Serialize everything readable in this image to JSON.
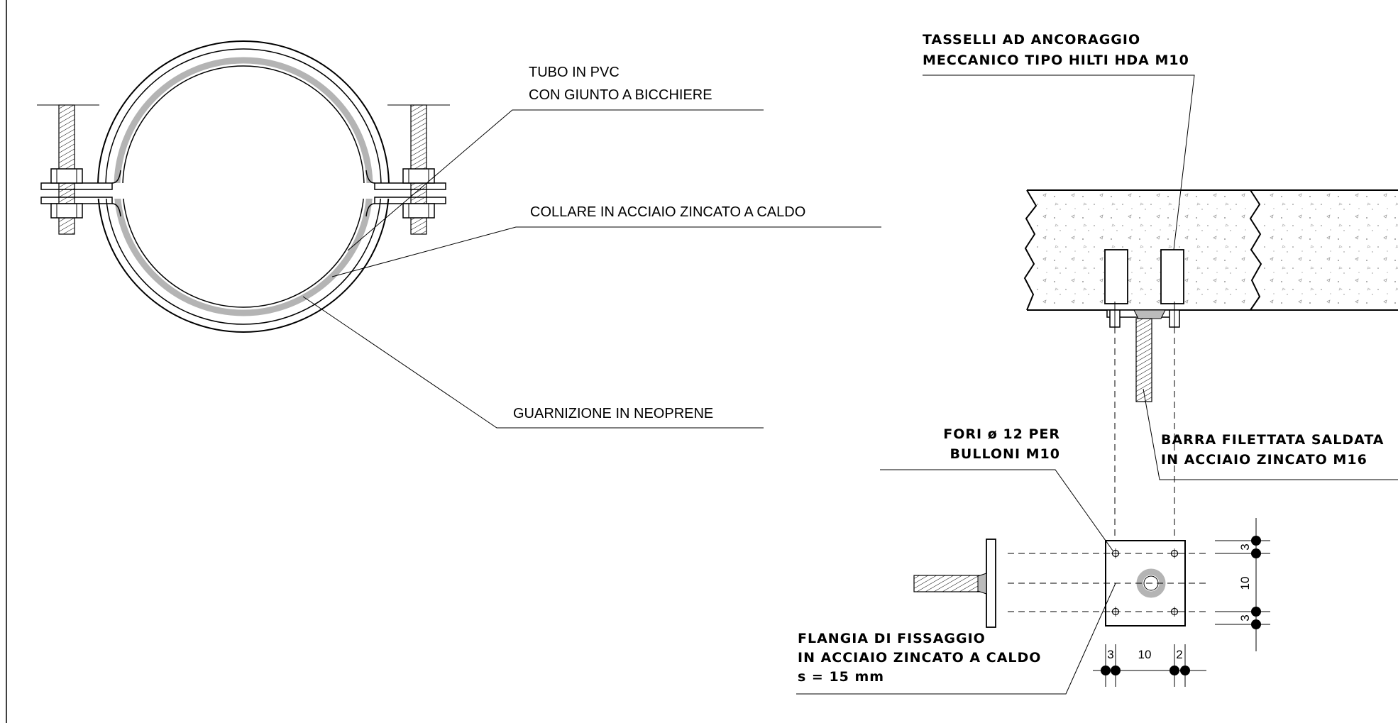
{
  "left_detail": {
    "pipe_label": [
      "TUBO IN PVC",
      "CON GIUNTO A BICCHIERE"
    ],
    "collar_label": "COLLARE IN ACCIAIO ZINCATO A CALDO",
    "gasket_label": "GUARNIZIONE IN NEOPRENE"
  },
  "right_detail": {
    "anchors_label": [
      "TASSELLI AD ANCORAGGIO",
      "MECCANICO TIPO HILTI HDA M10"
    ],
    "holes_label": [
      "FORI ø 12 PER",
      "BULLONI M10"
    ],
    "rod_label": [
      "BARRA FILETTATA SALDATA",
      "IN ACCIAIO ZINCATO M16"
    ],
    "flange_label": [
      "FLANGIA DI FISSAGGIO",
      "IN ACCIAIO ZINCATO A CALDO",
      "s = 15 mm"
    ]
  },
  "dimensions": {
    "vertical": [
      "3",
      "10",
      "3"
    ],
    "horizontal": [
      "3",
      "10",
      "2"
    ]
  },
  "colors": {
    "line": "#000000",
    "gasket": "#b4b4b4",
    "background": "#ffffff"
  }
}
